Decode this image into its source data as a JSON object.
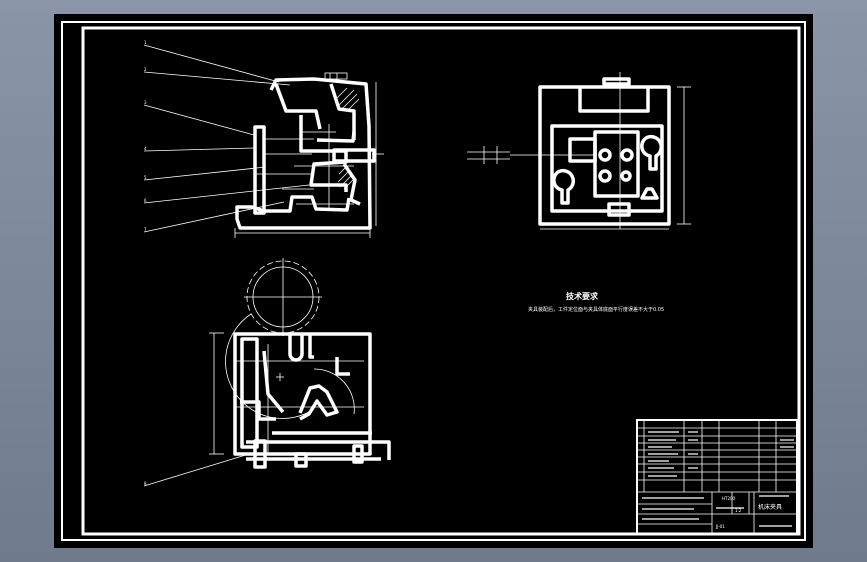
{
  "drawing": {
    "tech_requirements_title": "技术要求",
    "tech_requirements_text": "夹具装配后，工件定位面与夹具体底面平行度误差不大于0.05",
    "title_block": {
      "part_name": "机床夹具",
      "material": "HT200",
      "scale": "1:2",
      "drawing_no": "JJ-01"
    }
  }
}
